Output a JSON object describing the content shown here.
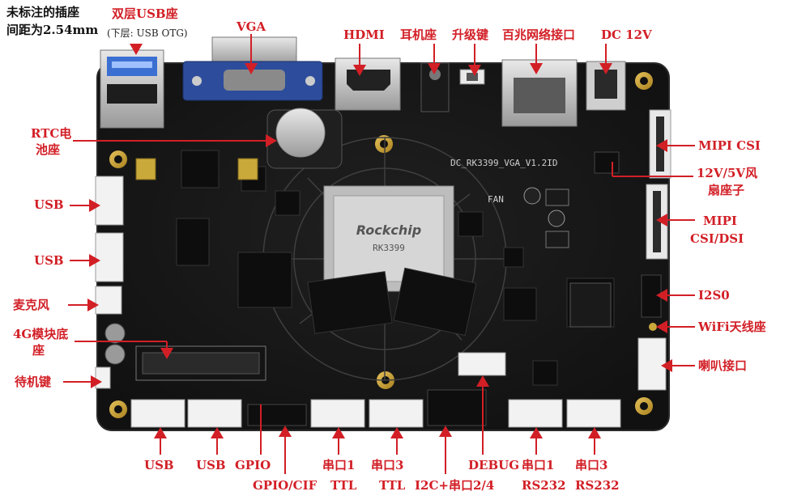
{
  "notes": {
    "line1": "未标注的插座",
    "line2": "间距为2.54mm"
  },
  "board": {
    "model_silk": "DC_RK3399_VGA_V1.2ID",
    "fan_silk": "FAN",
    "chip_brand": "Rockchip",
    "chip_model": "RK3399",
    "colors": {
      "pcb": "#161616",
      "label": "#d21f26",
      "pointer": "#d21f26",
      "vga": "#2d4d9c"
    }
  },
  "labels": {
    "dual_usb": "双层USB座",
    "dual_usb_note": "(下层: USB OTG)",
    "vga": "VGA",
    "hdmi": "HDMI",
    "earphone": "耳机座",
    "upgrade_key": "升级键",
    "ethernet": "百兆网络接口",
    "dc": "DC 12V",
    "rtc_1": "RTC电",
    "rtc_2": "池座",
    "usb_1": "USB",
    "usb_2": "USB",
    "mic": "麦克风",
    "module_4g_1": "4G模块底",
    "module_4g_2": "座",
    "standby": "待机键",
    "mipi_csi": "MIPI CSI",
    "fan_1": "12V/5V风",
    "fan_2": "扇座子",
    "mipi_dsi_1": "MIPI",
    "mipi_dsi_2": "CSI/DSI",
    "i2s": "I2S0",
    "wifi": "WiFi天线座",
    "speaker": "喇叭接口",
    "bottom_usb_1": "USB",
    "bottom_usb_2": "USB",
    "gpio": "GPIO",
    "gpio_cif": "GPIO/CIF",
    "uart1_ttl_1": "串口1",
    "uart1_ttl_2": "TTL",
    "uart3_ttl_1": "串口3",
    "uart3_ttl_2": "TTL",
    "i2c_uart": "I2C+串口2/4",
    "debug": "DEBUG",
    "uart1_rs232_1": "串口1",
    "uart1_rs232_2": "RS232",
    "uart3_rs232_1": "串口3",
    "uart3_rs232_2": "RS232"
  }
}
